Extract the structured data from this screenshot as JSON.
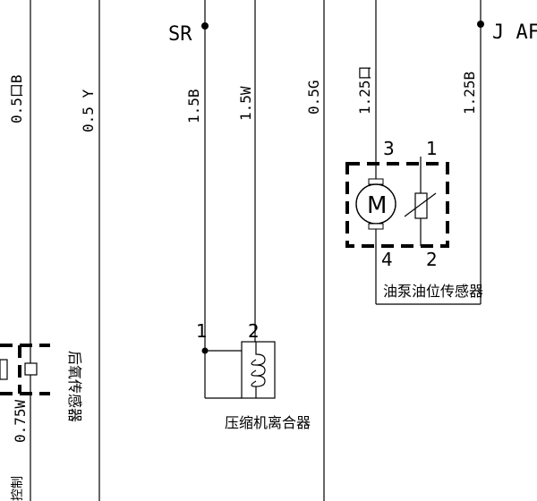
{
  "connectors": {
    "sr": "SR",
    "jaf": "J  AF"
  },
  "wires": {
    "w1": "0.5口B",
    "w2": "0.5 Y",
    "w3": "1.5B",
    "w4": "1.5W",
    "w5": "0.5G",
    "w6": "1.25口",
    "w7": "1.25B",
    "w8": "0.75W"
  },
  "components": {
    "oil_pump_sensor": {
      "label": "油泵油位传感器",
      "motor_symbol": "M",
      "pins": [
        "3",
        "1",
        "4",
        "2"
      ]
    },
    "clutch": {
      "label": "压缩机离合器",
      "pins": [
        "1",
        "2"
      ]
    },
    "rear_oxygen_sensor": {
      "label": "后氧传感器"
    },
    "bottom_left": {
      "label": "控制"
    }
  }
}
